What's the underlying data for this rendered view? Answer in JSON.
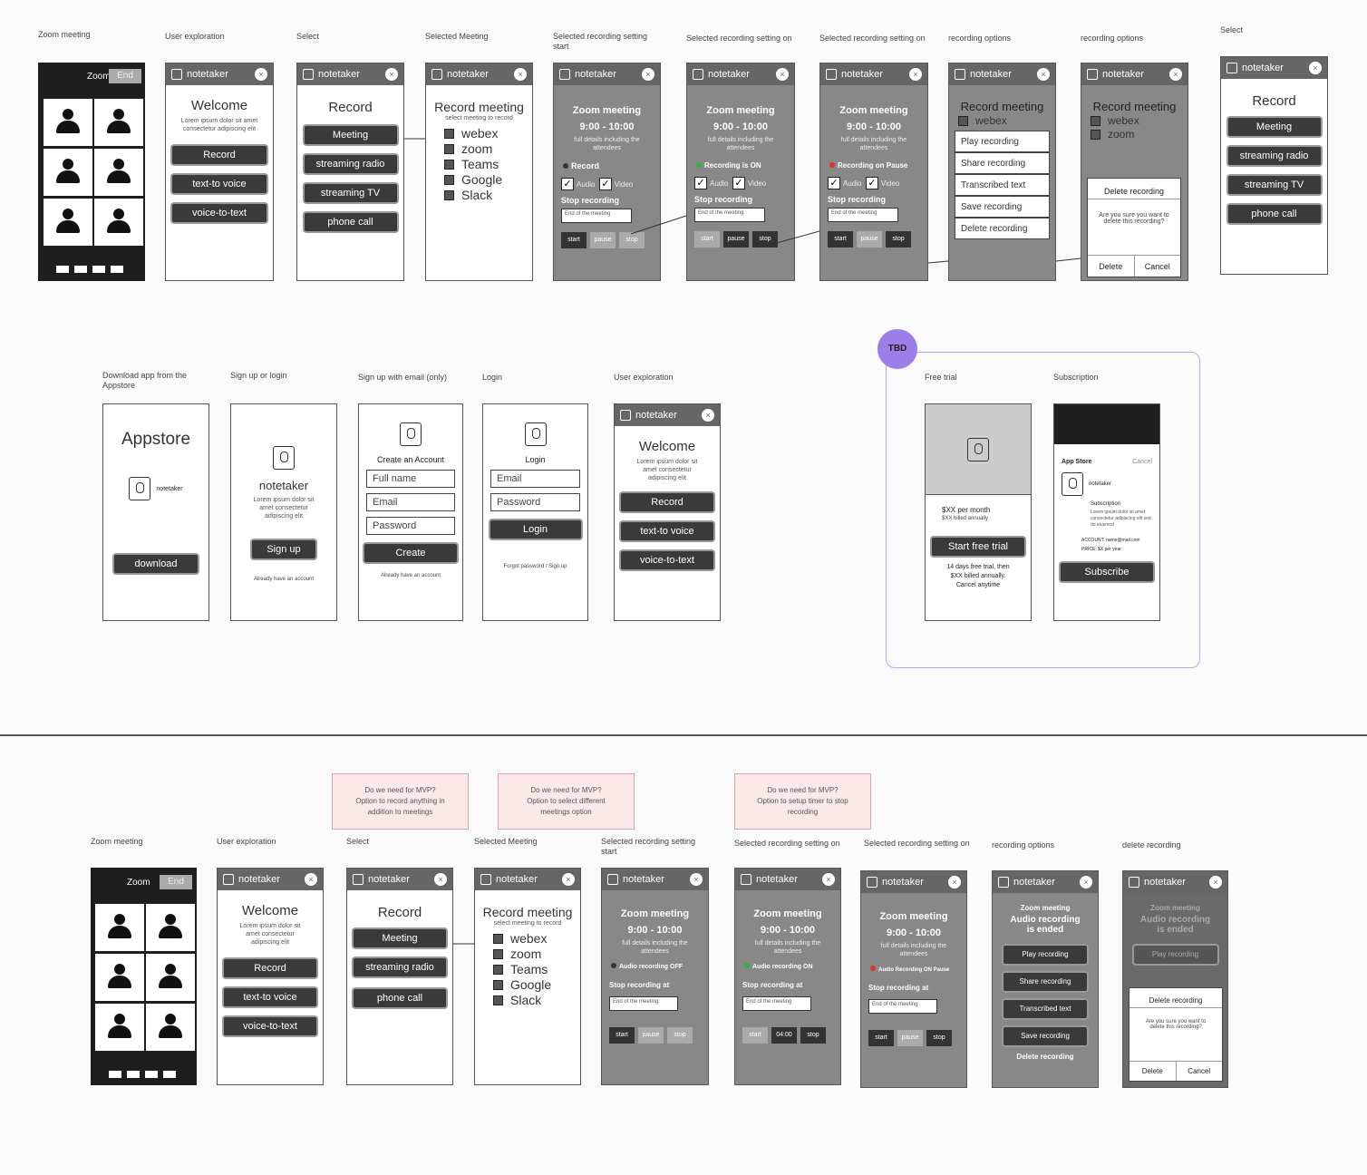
{
  "row1_labels": [
    "Zoom meeting",
    "User exploration",
    "Select",
    "Selected Meeting",
    "Selected recording setting\nstart",
    "Selected recording setting on",
    "Selected  recording setting on",
    "recording options",
    "recording options",
    "Select"
  ],
  "row2_labels": [
    "Download app from the\nAppstore",
    "Sign up or login",
    "Sign up with email (only)",
    "Login",
    "User exploration",
    "Free trial",
    "Subscription"
  ],
  "row3_labels": [
    "Zoom meeting",
    "User exploration",
    "Select",
    "Selected Meeting",
    "Selected  recording setting\nstart",
    "Selected  recording setting on",
    "Selected  recording setting on",
    "recording options",
    "delete recording"
  ],
  "app_name": "notetaker",
  "close_symbol": "×",
  "zoom": {
    "label": "Zoom",
    "end_label": "End"
  },
  "welcome": {
    "title": "Welcome",
    "subtitle": "Lorem ipsum dolor sit amet consectetur adipiscing elit",
    "buttons": [
      "Record",
      "text-to voice",
      "voice-to-text"
    ]
  },
  "select": {
    "title": "Record",
    "buttons": [
      "Meeting",
      "streaming radio",
      "streaming TV",
      "phone call"
    ],
    "buttons_short": [
      "Meeting",
      "streaming radio",
      "phone call"
    ]
  },
  "meeting": {
    "title": "Record meeting",
    "subtitle": "select meeting to record",
    "apps": [
      "webex",
      "zoom",
      "Teams",
      "Google",
      "Slack"
    ]
  },
  "rec": {
    "title": "Zoom meeting",
    "time": "9:00 - 10:00",
    "desc": "full details including the attendees",
    "status_start": "Record",
    "status_on": "Recording is ON",
    "status_pause": "Recording on Pause",
    "audio": "Audio",
    "video": "Video",
    "stop_label": "Stop recording",
    "stop_placeholder": "End of the meeting",
    "start": "start",
    "pause": "pause",
    "stop": "stop"
  },
  "options": {
    "items": [
      "Play recording",
      "Share recording",
      "Transcribed text",
      "Save recording",
      "Delete recording"
    ]
  },
  "delete_dialog": {
    "title": "Delete recording",
    "question": "Are you sure you want to delete this recording?",
    "delete": "Delete",
    "cancel": "Cancel"
  },
  "appstore": {
    "title": "Appstore",
    "app": "notetaker",
    "button": "download"
  },
  "signup": {
    "title": "notetaker",
    "subtitle": "Lorem ipsum dolor sit amet consectetur adipiscing elit",
    "button": "Sign up",
    "footer": "Already have an account"
  },
  "create": {
    "title": "Create an Account",
    "fields": [
      "Full name",
      "Email",
      "Password"
    ],
    "button": "Create",
    "footer": "Already have an account"
  },
  "login": {
    "title": "Login",
    "fields": [
      "Email",
      "Password"
    ],
    "button": "Login",
    "footer": "Forgot password / Sign up"
  },
  "tbd": {
    "badge": "TBD",
    "color": "#9b7fe6"
  },
  "trial": {
    "price": "$XX per month",
    "price_sub": "$XX billed annually",
    "button": "Start free trial",
    "note": "14 days free trial, then\n$XX billed annually.\nCancel anytime"
  },
  "subscription": {
    "store": "App Store",
    "store_right": "Cancel",
    "app": "notetaker",
    "type": "Subscription",
    "desc": "Lorem ipsum dolor sit amet consectetur adipiscing elit sed do eiusmod",
    "account": "ACCOUNT: name@mail.com",
    "price": "PRICE: $X per year",
    "button": "Subscribe"
  },
  "notes": [
    "Do we need for MVP?\nOption to record anything in\naddition to meetings",
    "Do we need for MVP?\nOption to select different\nmeetings option",
    "Do we need for MVP?\nOption to setup timer to stop\nrecording"
  ],
  "row3_rec": {
    "status_off": "Audio recording OFF",
    "status_on": "Audio recording ON",
    "status_pause": "Audio Recording ON Pause",
    "stop_label": "Stop recording at",
    "timer": "04:00"
  },
  "ended": {
    "title": "Zoom meeting",
    "heading": "Audio recording\nis ended",
    "items": [
      "Play recording",
      "Share recording",
      "Transcribed text",
      "Save recording",
      "Delete recording"
    ]
  }
}
